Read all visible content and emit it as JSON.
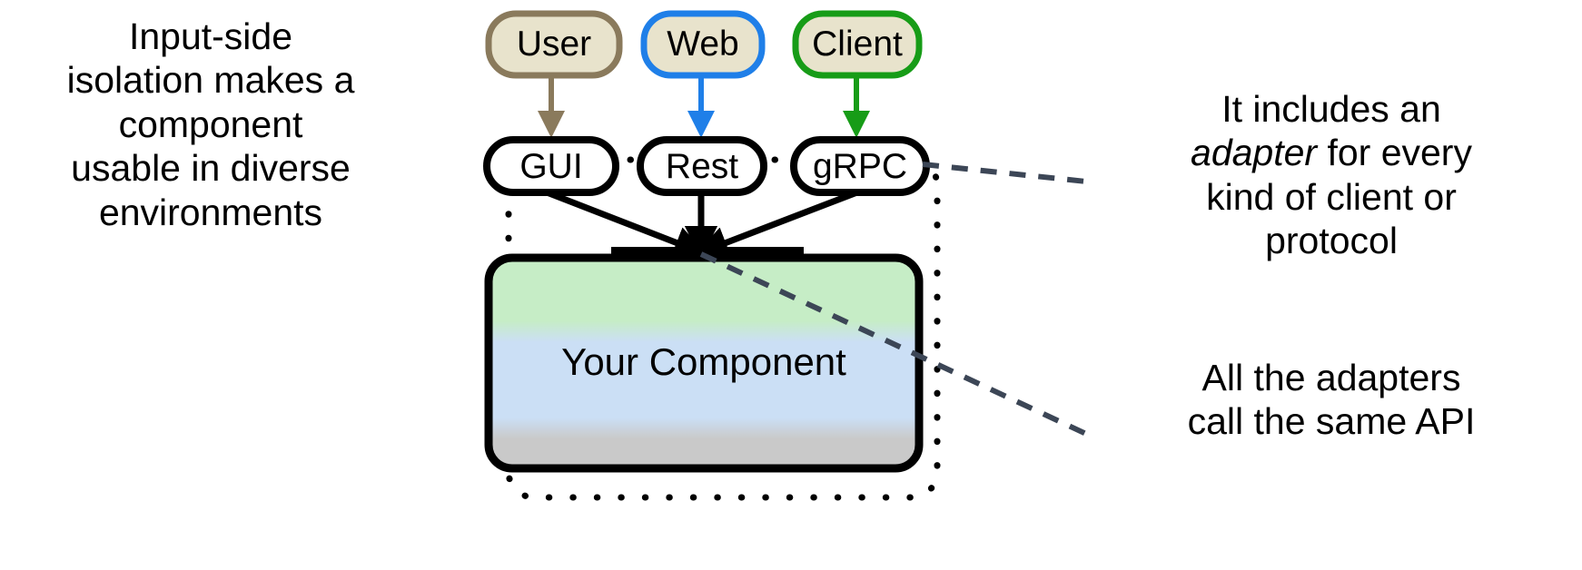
{
  "diagram": {
    "title_left_note": "Input-side\nisolation makes a\ncomponent\nusable in diverse\nenvironments",
    "note_right_top_part1": "It includes an\n",
    "note_right_top_em": "adapter",
    "note_right_top_part2": " for every\nkind of client or\nprotocol",
    "note_right_bottom": "All the adapters\ncall the same API",
    "actors": [
      {
        "label": "User",
        "border_color": "#8a7a5c",
        "fill_color": "#e8e3cc"
      },
      {
        "label": "Web",
        "border_color": "#1f7fe8",
        "fill_color": "#e8e3cc"
      },
      {
        "label": "Client",
        "border_color": "#179c17",
        "fill_color": "#e8e3cc"
      }
    ],
    "adapters": [
      {
        "label": "GUI",
        "border_color": "#000000",
        "fill_color": "#ffffff"
      },
      {
        "label": "Rest",
        "border_color": "#000000",
        "fill_color": "#ffffff"
      },
      {
        "label": "gRPC",
        "border_color": "#000000",
        "fill_color": "#ffffff"
      }
    ],
    "component": {
      "label": "Your Component",
      "gradient_top": "#c6edc6",
      "gradient_mid": "#cbdff5",
      "gradient_bottom": "#c9c9c9",
      "border_color": "#000000"
    },
    "api_bar": {
      "color": "#000000"
    },
    "boundary": {
      "style": "dotted",
      "color": "#000000"
    },
    "leader_lines": {
      "color": "#3c4656",
      "style": "dashed"
    }
  }
}
